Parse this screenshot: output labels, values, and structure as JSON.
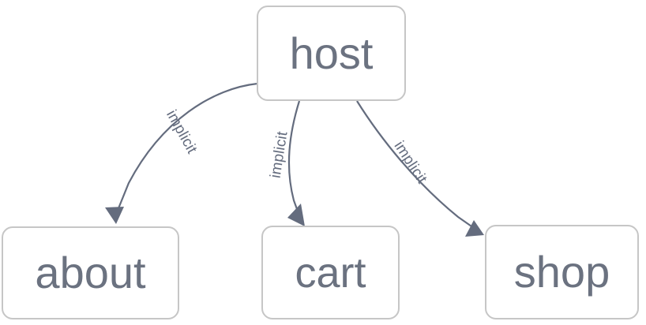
{
  "diagram": {
    "type": "directed-graph",
    "background_color": "#ffffff",
    "node_fill": "#ffffff",
    "node_border_color": "#c6c6c6",
    "node_text_color": "#6b7280",
    "edge_color": "#646c7e",
    "nodes": [
      {
        "id": "host",
        "label": "host"
      },
      {
        "id": "about",
        "label": "about"
      },
      {
        "id": "cart",
        "label": "cart"
      },
      {
        "id": "shop",
        "label": "shop"
      }
    ],
    "edges": [
      {
        "id": "host-about",
        "from": "host",
        "to": "about",
        "label": "implicit",
        "arrow": "to"
      },
      {
        "id": "host-cart",
        "from": "host",
        "to": "cart",
        "label": "implicit",
        "arrow": "to"
      },
      {
        "id": "host-shop",
        "from": "host",
        "to": "shop",
        "label": "implicit",
        "arrow": "to"
      }
    ]
  }
}
